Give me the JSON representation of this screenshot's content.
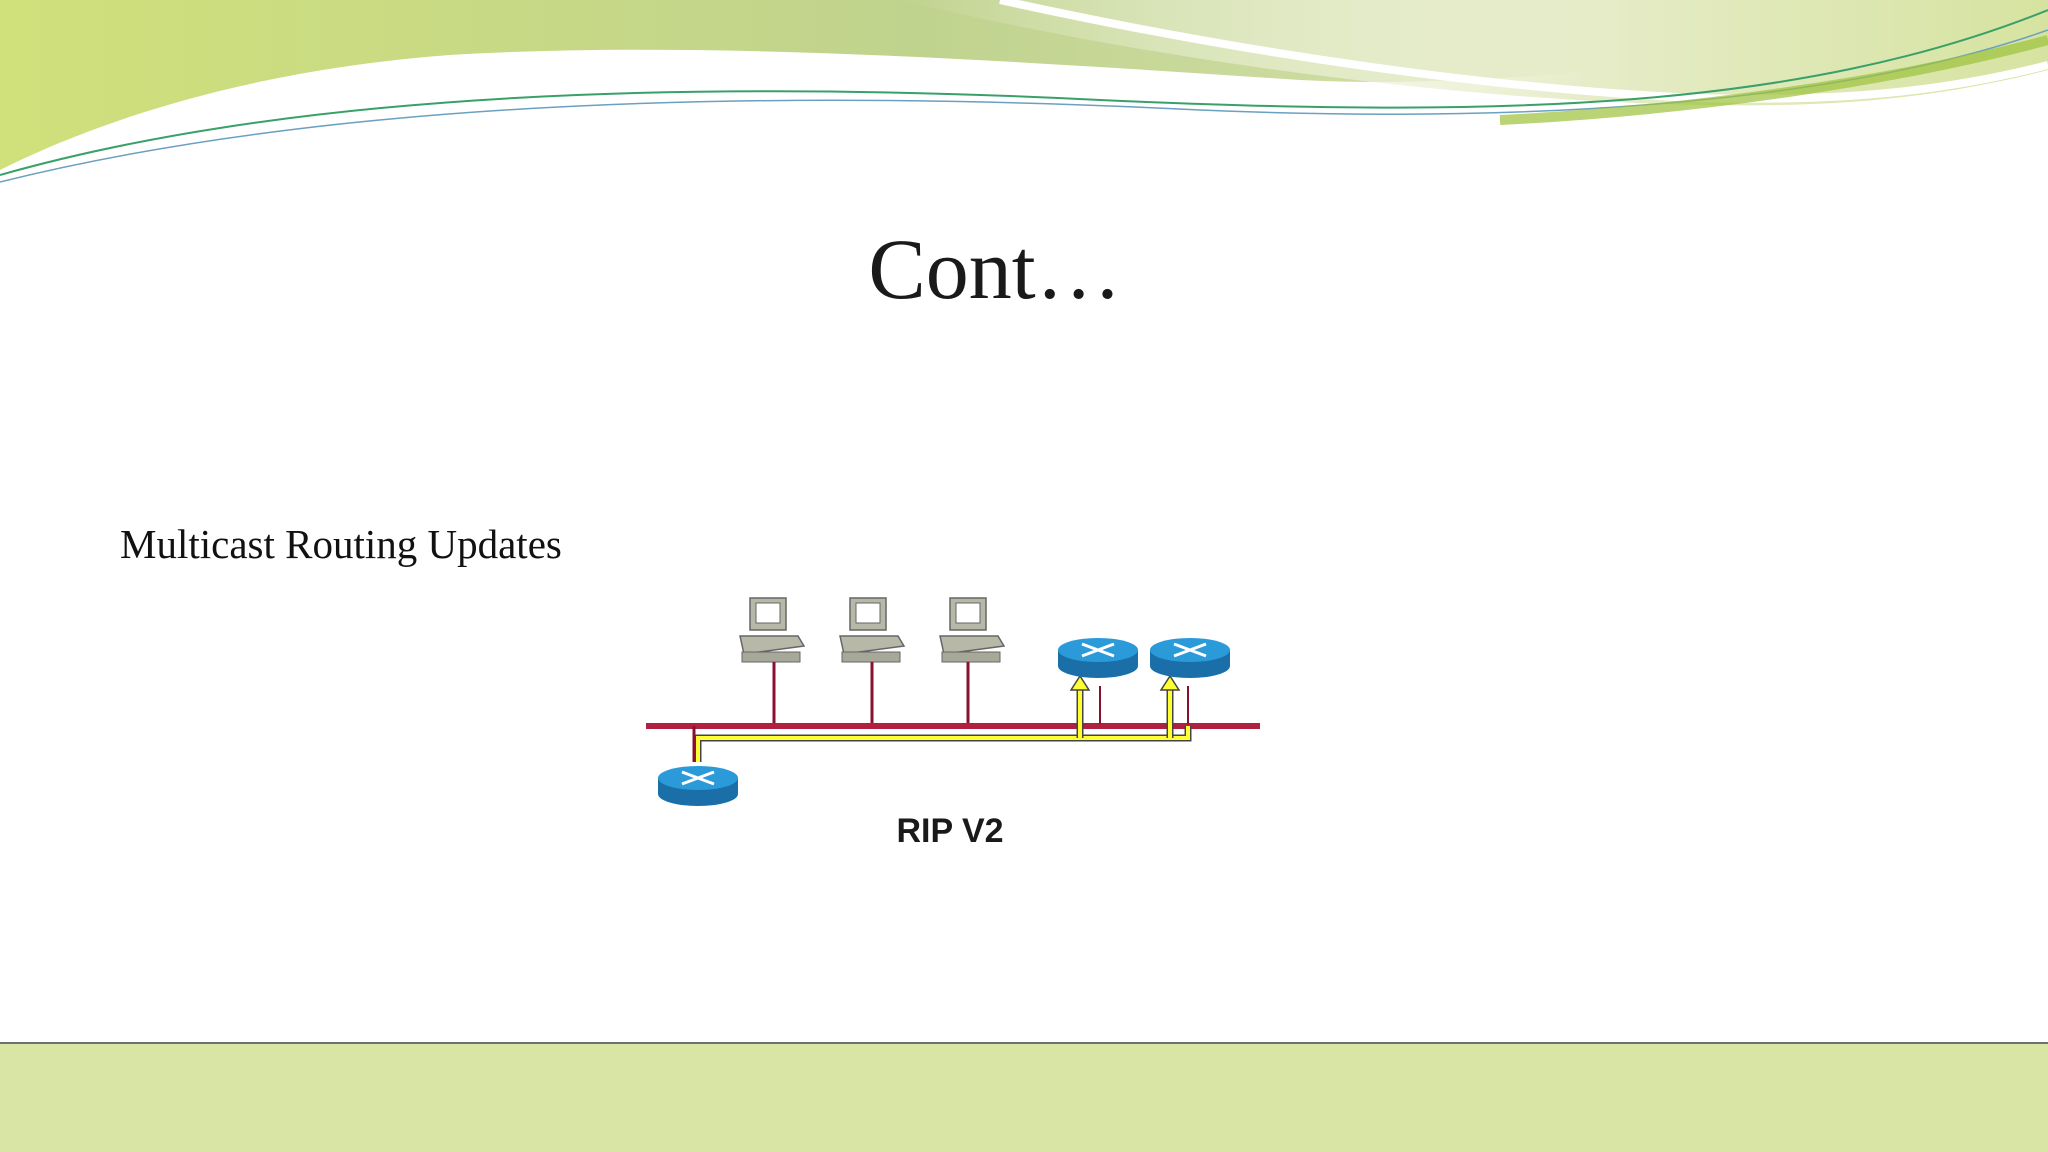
{
  "slide": {
    "title": "Cont…",
    "subtitle": "Multicast Routing Updates"
  },
  "diagram": {
    "label": "RIP V2",
    "bus_color": "#b02040",
    "update_path_color": "#ffff33",
    "router_color": "#1f8ac8",
    "pc_color": "#b8b8a8",
    "icons": {
      "pc": "computer-icon",
      "router": "router-icon",
      "arrow": "up-arrow-icon"
    }
  },
  "theme": {
    "accent_green": "#b7cf7a",
    "footer": "#d9e5a4"
  }
}
